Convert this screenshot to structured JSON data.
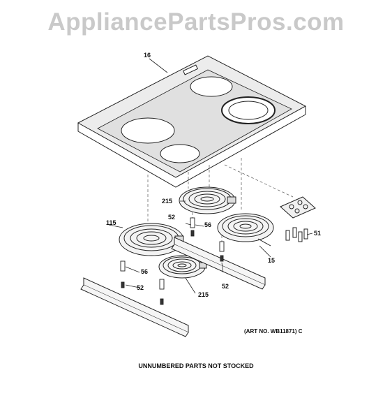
{
  "watermark": "AppliancePartsPros.com",
  "callouts": {
    "cooktop": "16",
    "element_rear_left": "215",
    "element_front_left": "115",
    "element_right": "15",
    "element_front_right": "215",
    "screw_a": "52",
    "screw_b": "52",
    "screw_c": "52",
    "spacer_a": "56",
    "spacer_b": "56",
    "terminal": "51"
  },
  "art_number": "(ART NO. WB11871) C",
  "footer_note": "UNNUMBERED PARTS NOT STOCKED"
}
